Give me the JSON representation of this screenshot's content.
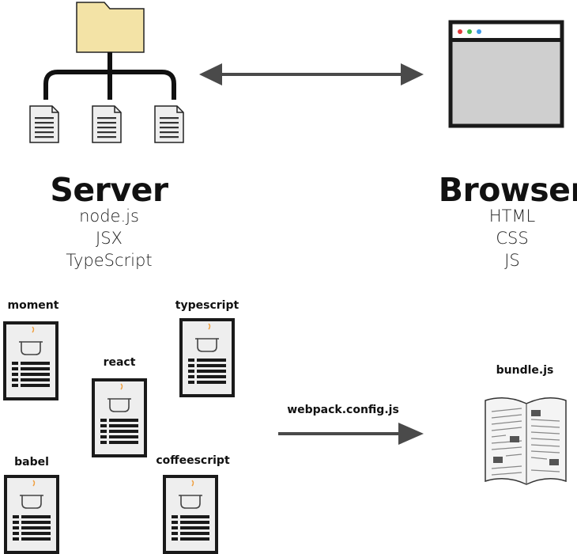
{
  "server": {
    "title": "Server",
    "technologies": [
      "node.js",
      "JSX",
      "TypeScript"
    ]
  },
  "browser": {
    "title": "Browser",
    "technologies": [
      "HTML",
      "CSS",
      "JS"
    ]
  },
  "packages": [
    "moment",
    "typescript",
    "react",
    "babel",
    "coffeescript"
  ],
  "build": {
    "config_label": "webpack.config.js",
    "output_label": "bundle.js"
  },
  "colors": {
    "folder": "#f3e3a6",
    "arrow": "#4a4a4a",
    "window_dots": [
      "#e33b3b",
      "#3dbb4a",
      "#3d9be9"
    ],
    "window_body": "#cfcfcf"
  }
}
